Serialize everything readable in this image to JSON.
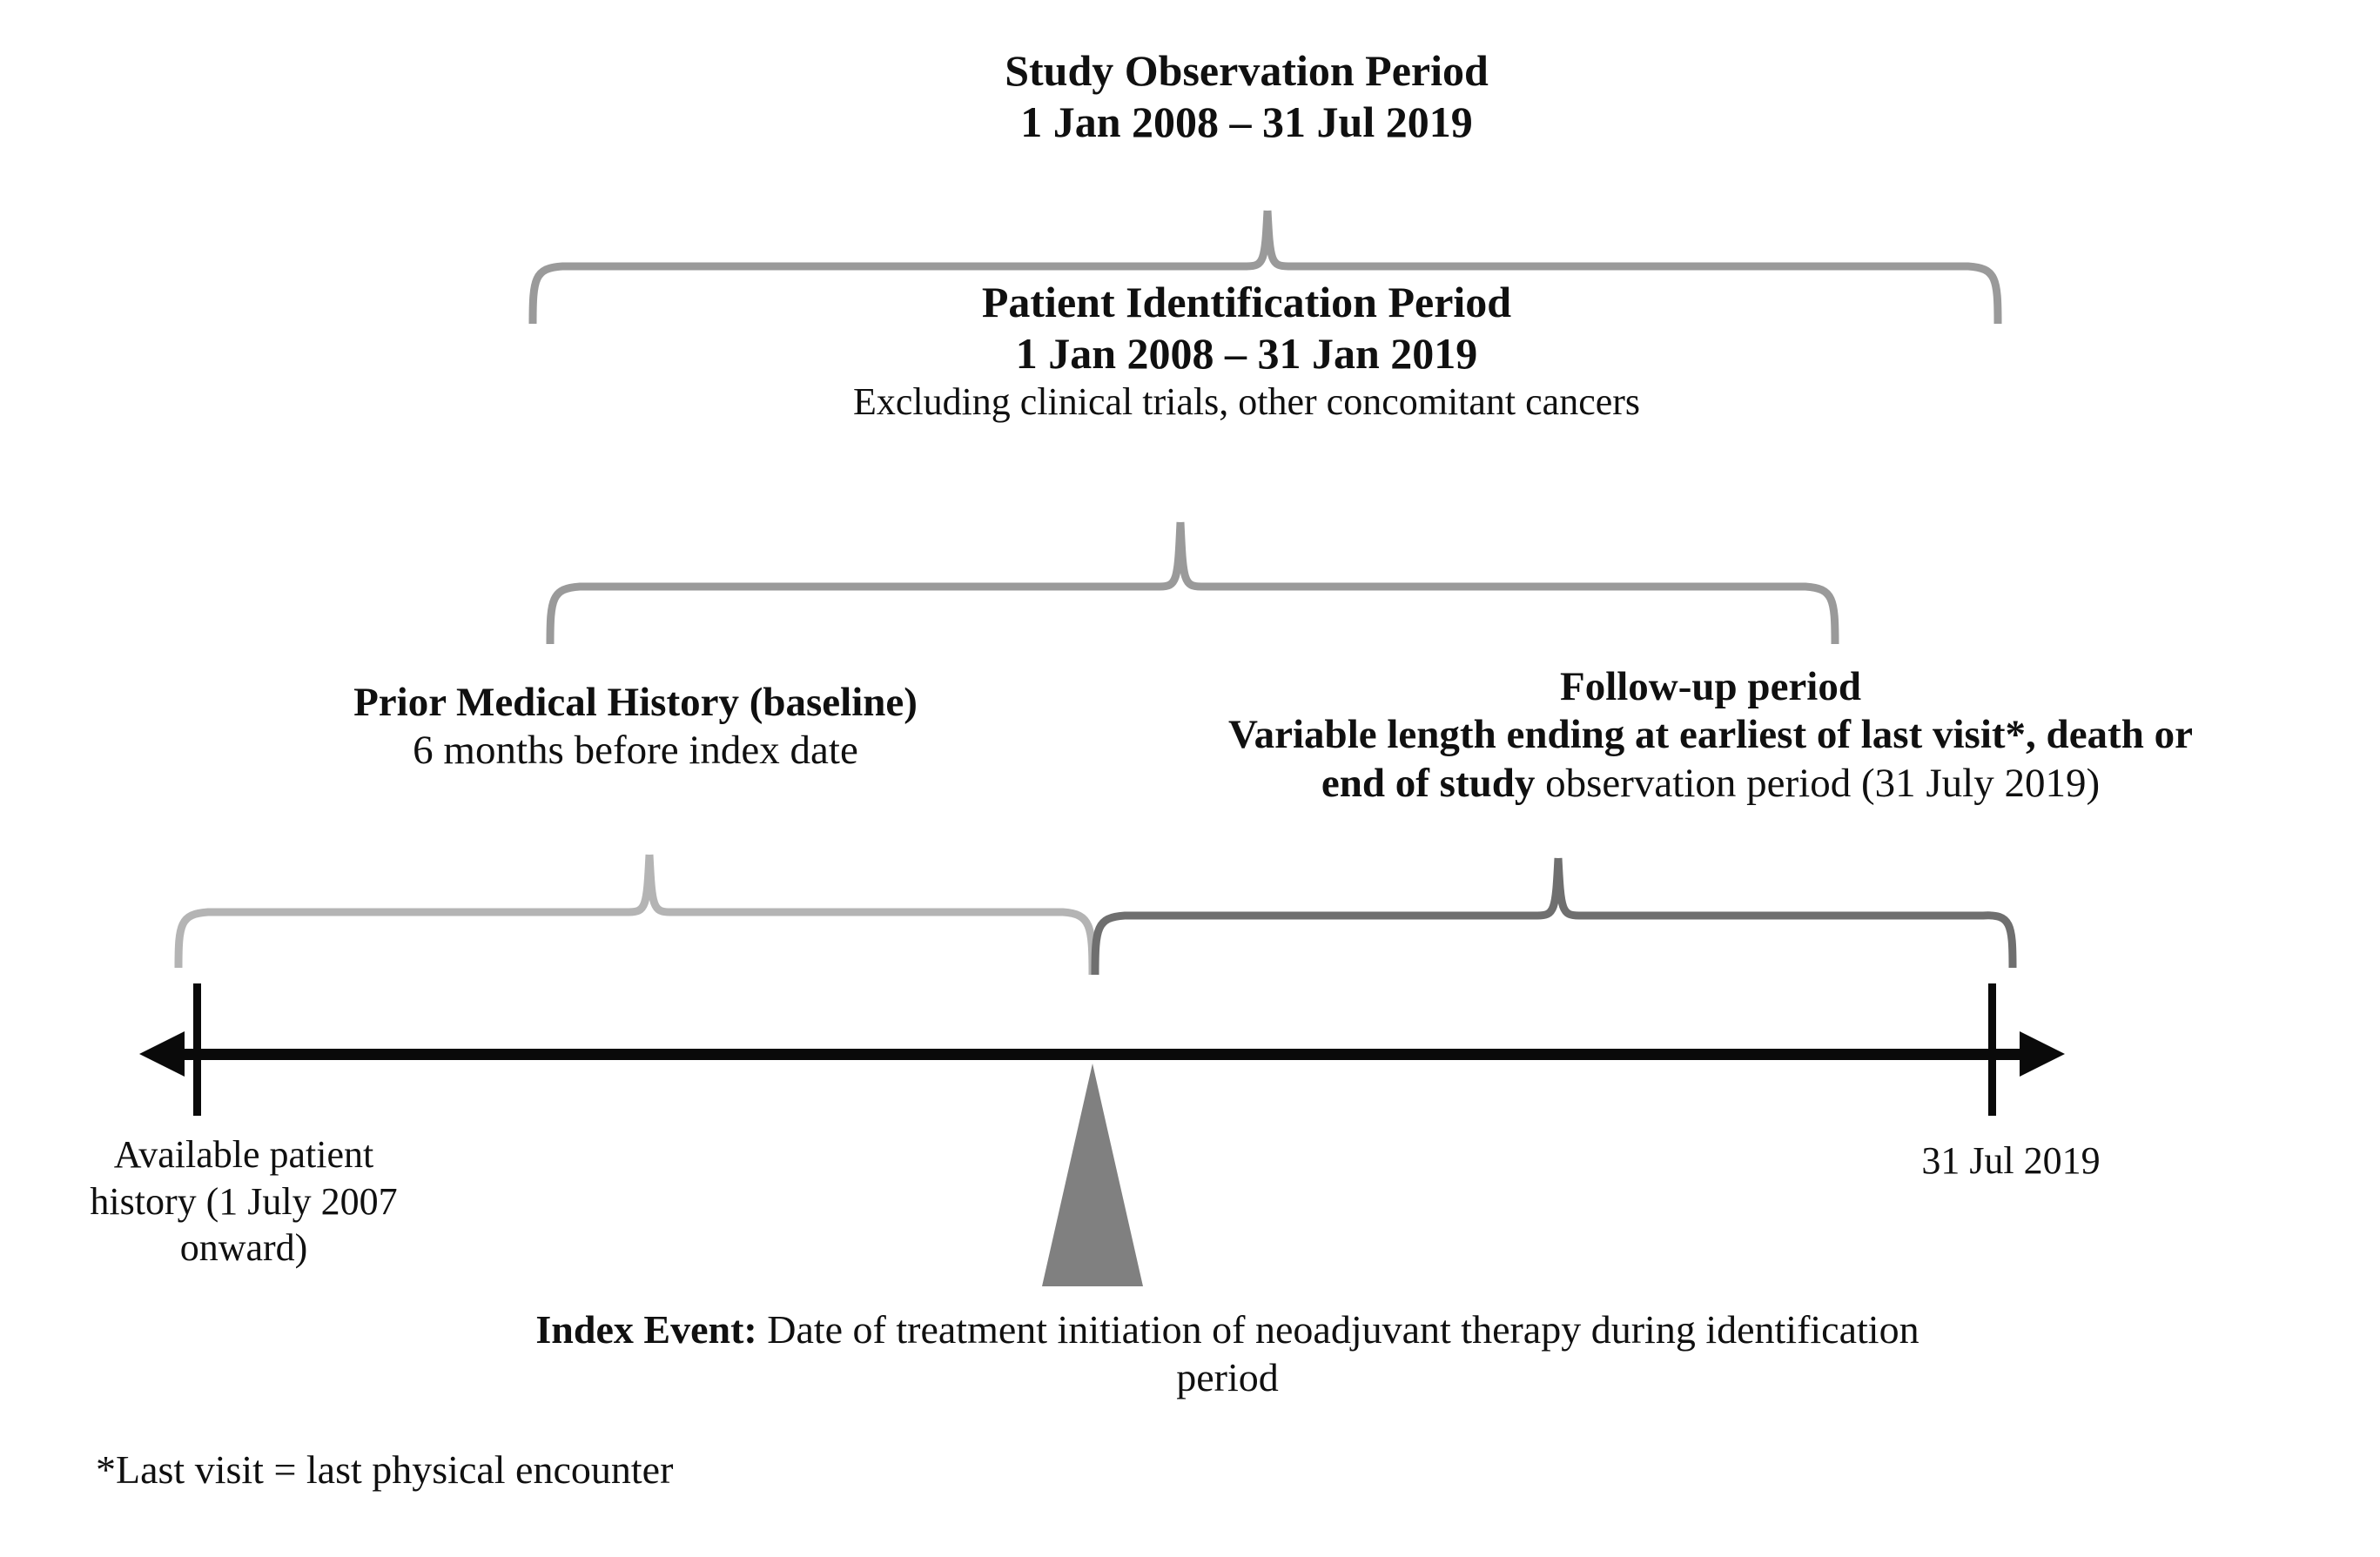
{
  "figure": {
    "kind": "study-design-timeline",
    "background": "#ffffff",
    "ink": "#101010",
    "brace_color": "#9a9a9a",
    "axis_color": "#0a0a0a",
    "marker_color": "#808080"
  },
  "study_observation": {
    "title": "Study Observation Period",
    "range": "1 Jan 2008 – 31 Jul 2019"
  },
  "patient_identification": {
    "title": "Patient Identification Period",
    "range": "1 Jan 2008 – 31 Jan 2019",
    "note": "Excluding clinical trials, other concomitant cancers"
  },
  "prior_medical_history": {
    "title": "Prior Medical History (baseline)",
    "detail": "6 months before index date"
  },
  "followup": {
    "title": "Follow-up period",
    "detail_line1": "Variable length ending at earliest of last visit*, death or",
    "detail_line2_bold": "end of study ",
    "detail_line2_rest": "observation period (31 July 2019)"
  },
  "timeline": {
    "start_label": "Available patient history (1 July 2007 onward)",
    "end_label": "31 Jul 2019"
  },
  "index_event": {
    "label_bold": "Index Event:",
    "label_rest": " Date of treatment initiation of neoadjuvant therapy during identification period"
  },
  "footnote": {
    "text": "*Last visit = last physical encounter"
  }
}
